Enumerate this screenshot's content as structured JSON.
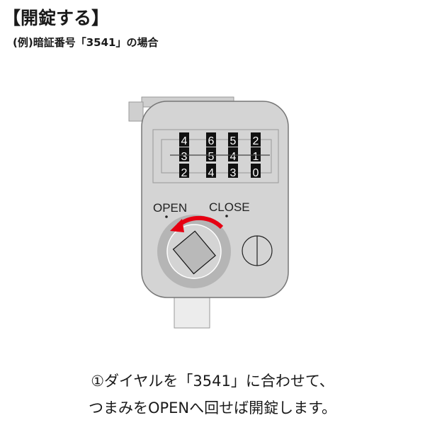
{
  "title": "【開錠する】",
  "subtitle": "(例)暗証番号「3541」の場合",
  "lock": {
    "dials": [
      {
        "top": "4",
        "middle": "3",
        "bottom": "2"
      },
      {
        "top": "6",
        "middle": "5",
        "bottom": "4"
      },
      {
        "top": "5",
        "middle": "4",
        "bottom": "3"
      },
      {
        "top": "2",
        "middle": "1",
        "bottom": "0"
      }
    ],
    "open_label": "OPEN",
    "close_label": "CLOSE",
    "arrow_color": "#e60012"
  },
  "caption": {
    "line1": "①ダイヤルを「3541」に合わせて、",
    "line2": "つまみをOPENへ回せば開錠します。"
  }
}
